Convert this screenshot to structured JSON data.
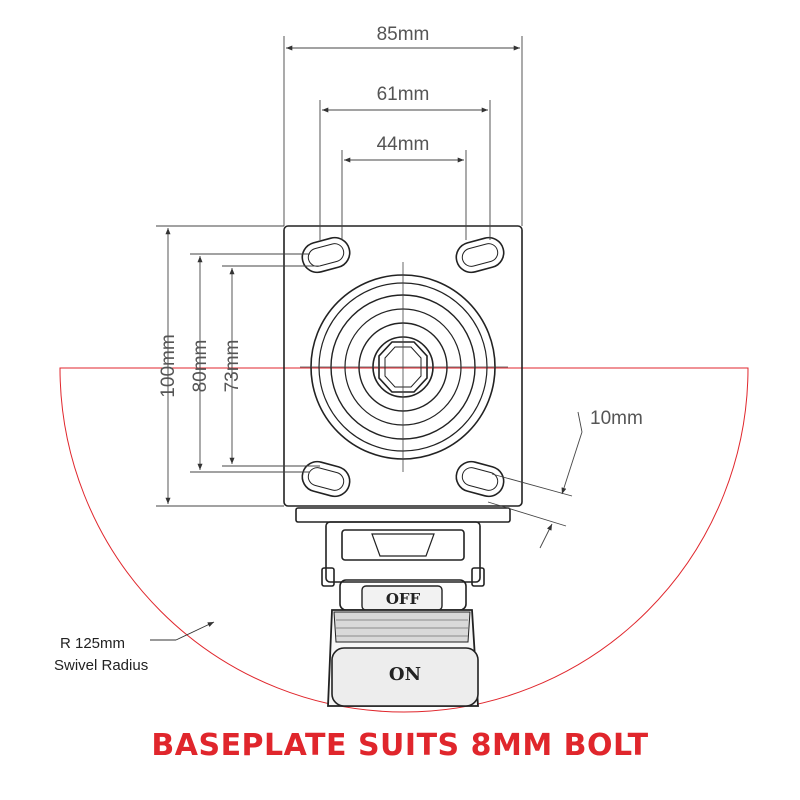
{
  "dimensions": {
    "width_outer": "85mm",
    "width_mid": "61mm",
    "width_inner": "44mm",
    "height_outer": "100mm",
    "height_mid": "80mm",
    "height_inner": "73mm",
    "slot": "10mm"
  },
  "swivel": {
    "radius_label": "R 125mm",
    "label": "Swivel Radius"
  },
  "brake": {
    "off_label": "OFF",
    "on_label": "ON"
  },
  "caption": "BASEPLATE SUITS 8MM BOLT",
  "colors": {
    "accent": "#e0262c",
    "line": "#222222",
    "dim": "#555555"
  }
}
